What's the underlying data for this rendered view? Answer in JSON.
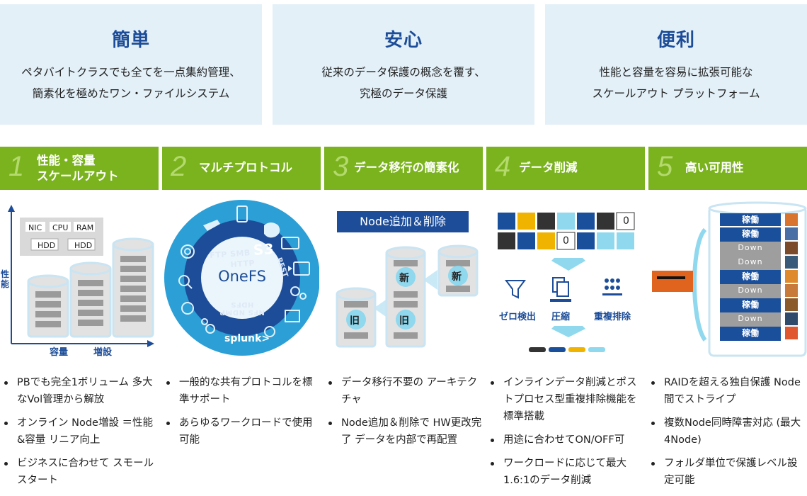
{
  "cards": [
    {
      "title": "簡単",
      "lines": [
        "ペタバイトクラスでも全てを一点集約管理、",
        "簡素化を極めたワン・ファイルシステム"
      ]
    },
    {
      "title": "安心",
      "lines": [
        "従来のデータ保護の概念を覆す、",
        "究極のデータ保護"
      ]
    },
    {
      "title": "便利",
      "lines": [
        "性能と容量を容易に拡張可能な",
        "スケールアウト プラットフォーム"
      ]
    }
  ],
  "features": [
    {
      "num": "1",
      "label": "性能・容量\nスケールアウト"
    },
    {
      "num": "2",
      "label": "マルチプロトコル"
    },
    {
      "num": "3",
      "label": "データ移行の簡素化"
    },
    {
      "num": "4",
      "label": "データ削減"
    },
    {
      "num": "5",
      "label": "高い可用性"
    }
  ],
  "panel1": {
    "axis_y": "性\n能",
    "x_labels": [
      "容量",
      "増設"
    ],
    "chips": [
      "NIC",
      "CPU",
      "RAM",
      "HDD",
      "HDD"
    ]
  },
  "panel2": {
    "center": "OneFS",
    "protocols_top": "FTP SMB S3 HTTP REST HDFS NDMP NFS",
    "s3": "S3",
    "splunk": "splunk>"
  },
  "panel3": {
    "banner": "Node追加＆削除",
    "old": "旧",
    "new": "新"
  },
  "panel4": {
    "zero_label": "0",
    "steps": [
      "ゼロ検出",
      "圧縮",
      "重複排除"
    ],
    "colors": {
      "navy": "#1a4f9c",
      "dark": "#333333",
      "yellow": "#f0b400",
      "light": "#8fd8ee"
    }
  },
  "panel5": {
    "rows": [
      "稼働",
      "稼働",
      "Down",
      "Down",
      "稼働",
      "Down",
      "稼働",
      "Down",
      "稼働"
    ]
  },
  "bullets": [
    [
      "PBでも完全1ボリューム 多大なVol管理から解放",
      "オンライン Node増設 ＝性能&容量 リニア向上",
      "ビジネスに合わせて スモールスタート"
    ],
    [
      "一般的な共有プロトコルを標準サポート",
      "あらゆるワークロードで使用可能"
    ],
    [
      "データ移行不要の アーキテクチャ",
      "Node追加＆削除で HW更改完了 データを内部で再配置"
    ],
    [
      "インラインデータ削減とポストプロセス型重複排除機能を標準搭載",
      "用途に合わせてON/OFF可",
      "ワークロードに応じて最大1.6:1のデータ削減"
    ],
    [
      "RAIDを超える独自保護 Node間でストライプ",
      "複数Node同時障害対応 (最大4Node)",
      "フォルダ単位で保護レベル設定可能"
    ]
  ]
}
